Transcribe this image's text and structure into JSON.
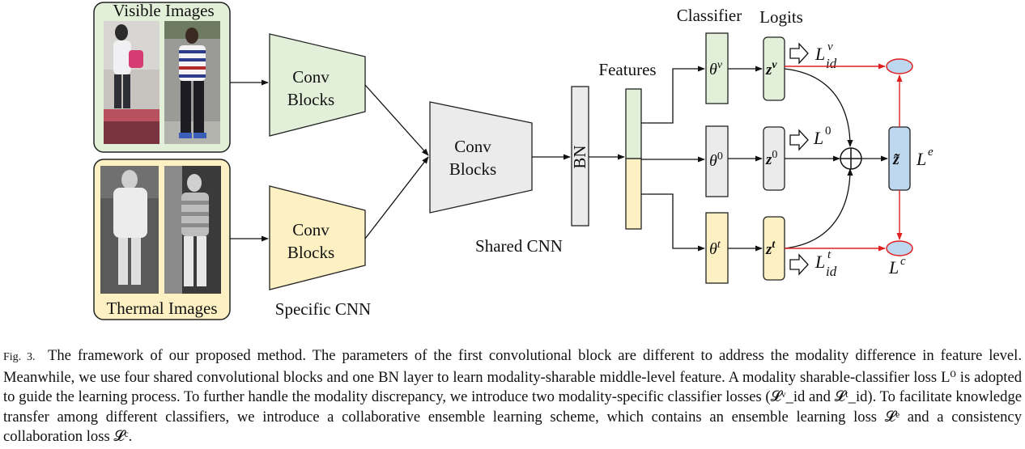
{
  "panels": {
    "visible_title": "Visible Images",
    "thermal_title": "Thermal Images"
  },
  "blocks": {
    "conv_top_line1": "Conv",
    "conv_top_line2": "Blocks",
    "conv_bottom_line1": "Conv",
    "conv_bottom_line2": "Blocks",
    "conv_shared_line1": "Conv",
    "conv_shared_line2": "Blocks",
    "specific_label": "Specific CNN",
    "shared_label": "Shared CNN",
    "bn_label": "BN",
    "features_label": "Features"
  },
  "headers": {
    "classifier": "Classifier",
    "logits": "Logits"
  },
  "math": {
    "theta": "θ",
    "theta_v_sup": "v",
    "theta_0_sup": "0",
    "theta_t_sup": "t",
    "z": "z",
    "z_v_sup": "v",
    "z_0_sup": "0",
    "z_t_sup": "t",
    "z_tilde": "z̃",
    "L": "L",
    "L_id_v_sup": "v",
    "L_id_v_sub": "id",
    "L0_sup": "0",
    "L_id_t_sup": "t",
    "L_id_t_sub": "id",
    "Le_sup": "e",
    "Lc_sup": "c"
  },
  "colors": {
    "visible_panel": "#e2f0d9",
    "thermal_panel": "#fdf1c4",
    "shared": "#ebebeb",
    "z_tilde": "#bdd7ee",
    "ellipse": "#bdd7ee",
    "red_arrow": "#e02020"
  },
  "caption": {
    "fig_label": "Fig. 3.",
    "text": "The framework of our proposed method. The parameters of the first convolutional block are different to address the modality difference in feature level. Meanwhile, we use four shared convolutional blocks and one BN layer to learn modality-sharable middle-level feature. A modality sharable-classifier loss L⁰ is adopted to guide the learning process. To further handle the modality discrepancy, we introduce two modality-specific classifier losses (𝓛ᵛ_id and 𝓛ᵗ_id). To facilitate knowledge transfer among different classifiers, we introduce a collaborative ensemble learning scheme, which contains an ensemble learning loss 𝓛ᵉ and a consistency collaboration loss 𝓛ᶜ."
  }
}
